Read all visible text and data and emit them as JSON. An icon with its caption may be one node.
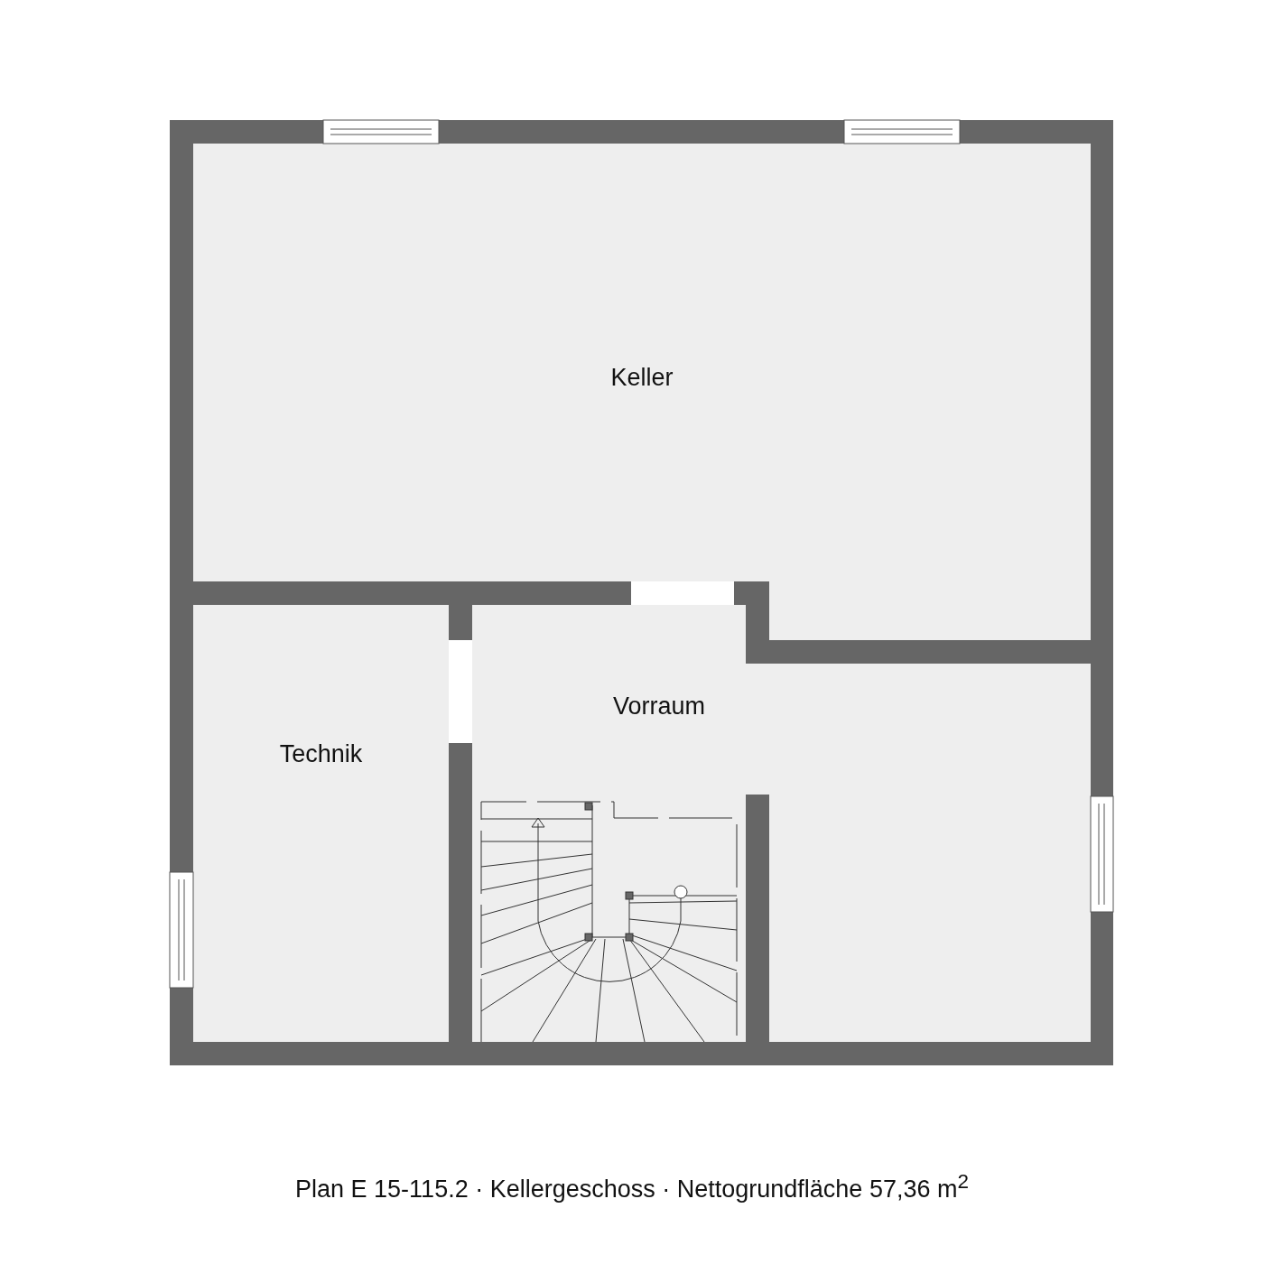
{
  "diagram": {
    "caption": "Plan E 15-115.2 · Kellergeschoss · Nettogrundfläche 57,36 m$^{2}$",
    "nodes": [
      {
        "text": [
          "Keller"
        ]
      },
      {
        "text": [
          "Technik"
        ]
      },
      {
        "text": [
          "Vorraum"
        ]
      }
    ]
  }
}
